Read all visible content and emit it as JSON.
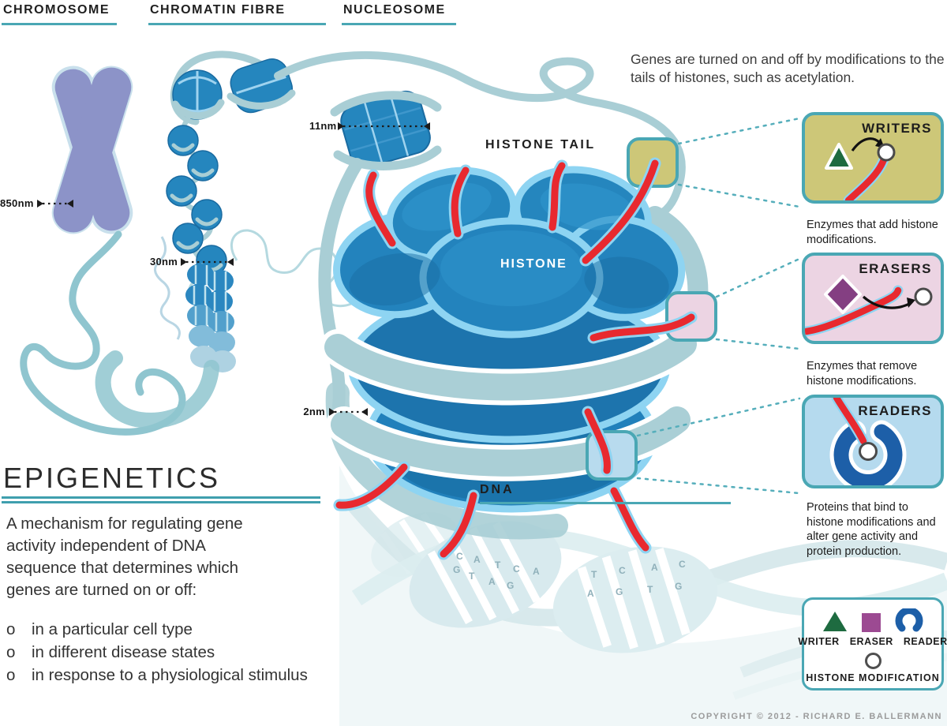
{
  "header": {
    "sections": [
      {
        "label": "CHROMOSOME"
      },
      {
        "label": "CHROMATIN FIBRE"
      },
      {
        "label": "NUCLEOSOME"
      }
    ]
  },
  "intro": {
    "text": "Genes are turned on and off by modifications to the tails of histones, such as acetylation."
  },
  "scale_labels": {
    "chromosome": "850nm",
    "chromatin_fibre": "30nm",
    "nucleosome": "11nm",
    "dna": "2nm"
  },
  "diagram_labels": {
    "histone_tail": "HISTONE TAIL",
    "histone": "HISTONE",
    "dna": "DNA"
  },
  "cards": [
    {
      "title": "WRITERS",
      "caption": "Enzymes that add histone modifications.",
      "fill": "#cdc778"
    },
    {
      "title": "ERASERS",
      "caption": "Enzymes that remove histone modifications.",
      "fill": "#ecd4e3"
    },
    {
      "title": "READERS",
      "caption": "Proteins that bind to histone modifications and alter gene activity and protein production.",
      "fill": "#b5daee"
    }
  ],
  "epigenetics": {
    "title": "EPIGENETICS",
    "description": "A mechanism for regulating gene activity independent of DNA sequence that determines which genes are turned on or off:",
    "bullet_marker": "o",
    "bullets": [
      "in a particular cell type",
      "in different disease states",
      "in response to a physiological stimulus"
    ]
  },
  "legend": {
    "items": [
      {
        "label": "WRITER"
      },
      {
        "label": "ERASER"
      },
      {
        "label": "READER"
      }
    ],
    "modification_label": "HISTONE MODIFICATION"
  },
  "dna_bases": {
    "s1_top": [
      "C",
      "A",
      "T",
      "C",
      "A"
    ],
    "s1_bottom": [
      "G",
      "T",
      "A",
      "G"
    ],
    "s2_top": [
      "T",
      "C",
      "A",
      "C"
    ],
    "s2_bottom": [
      "A",
      "G",
      "T",
      "G"
    ]
  },
  "footer": {
    "copyright": "COPYRIGHT © 2012 - RICHARD E. BALLERMANN"
  },
  "colors": {
    "accent_teal": "#4aa7b4",
    "writers_fill": "#cdc778",
    "erasers_fill": "#ecd4e3",
    "readers_fill": "#b5daee",
    "writer_green": "#1e6b40",
    "eraser_purple": "#843f82",
    "reader_blue": "#1d5fa8",
    "tail_red": "#e8292f",
    "histone_blue": "#2383bd",
    "dna_ribbon": "#aacfd6",
    "chromosome_purple": "#8c93c8"
  }
}
